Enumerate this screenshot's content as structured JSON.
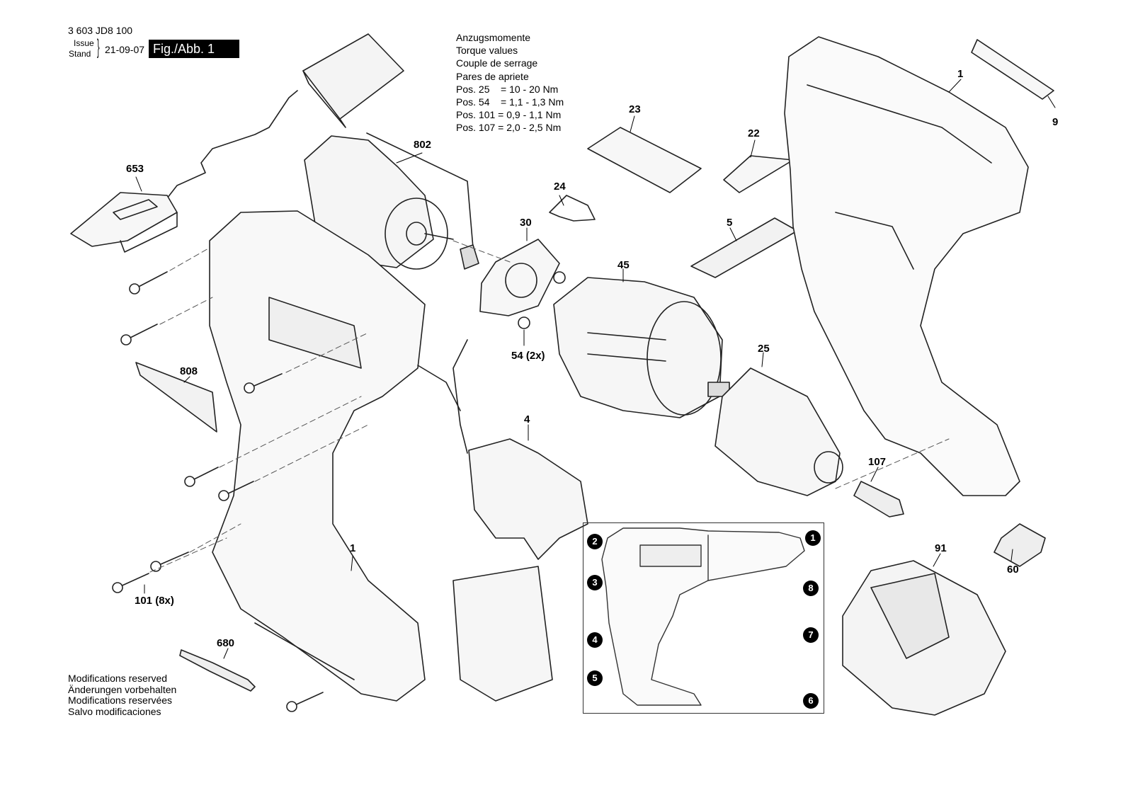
{
  "header": {
    "doc_number": "3 603 JD8 100",
    "issue_label": "Issue",
    "stand_label": "Stand",
    "date": "21-09-07",
    "figure": "Fig./Abb. 1"
  },
  "torque": {
    "lines": [
      "Anzugsmomente",
      "Torque values",
      "Couple de serrage",
      "Pares de apriete",
      "Pos. 25    = 10 - 20 Nm",
      "Pos. 54    = 1,1 - 1,3 Nm",
      "Pos. 101 = 0,9 - 1,1 Nm",
      "Pos. 107 = 2,0 - 2,5 Nm"
    ]
  },
  "callouts": {
    "c1_right": "1",
    "c9": "9",
    "c23": "23",
    "c22": "22",
    "c802": "802",
    "c653": "653",
    "c24": "24",
    "c30": "30",
    "c5": "5",
    "c45": "45",
    "c54": "54 (2x)",
    "c808": "808",
    "c25": "25",
    "c4": "4",
    "c107": "107",
    "c91": "91",
    "c60": "60",
    "c1_left": "1",
    "c101": "101 (8x)",
    "c680": "680"
  },
  "inset": {
    "markers": [
      "1",
      "2",
      "3",
      "4",
      "5",
      "6",
      "7",
      "8"
    ]
  },
  "footer": {
    "lines": [
      "Modifications reserved",
      "Änderungen vorbehalten",
      "Modifications reservées",
      "Salvo modificaciones"
    ]
  }
}
